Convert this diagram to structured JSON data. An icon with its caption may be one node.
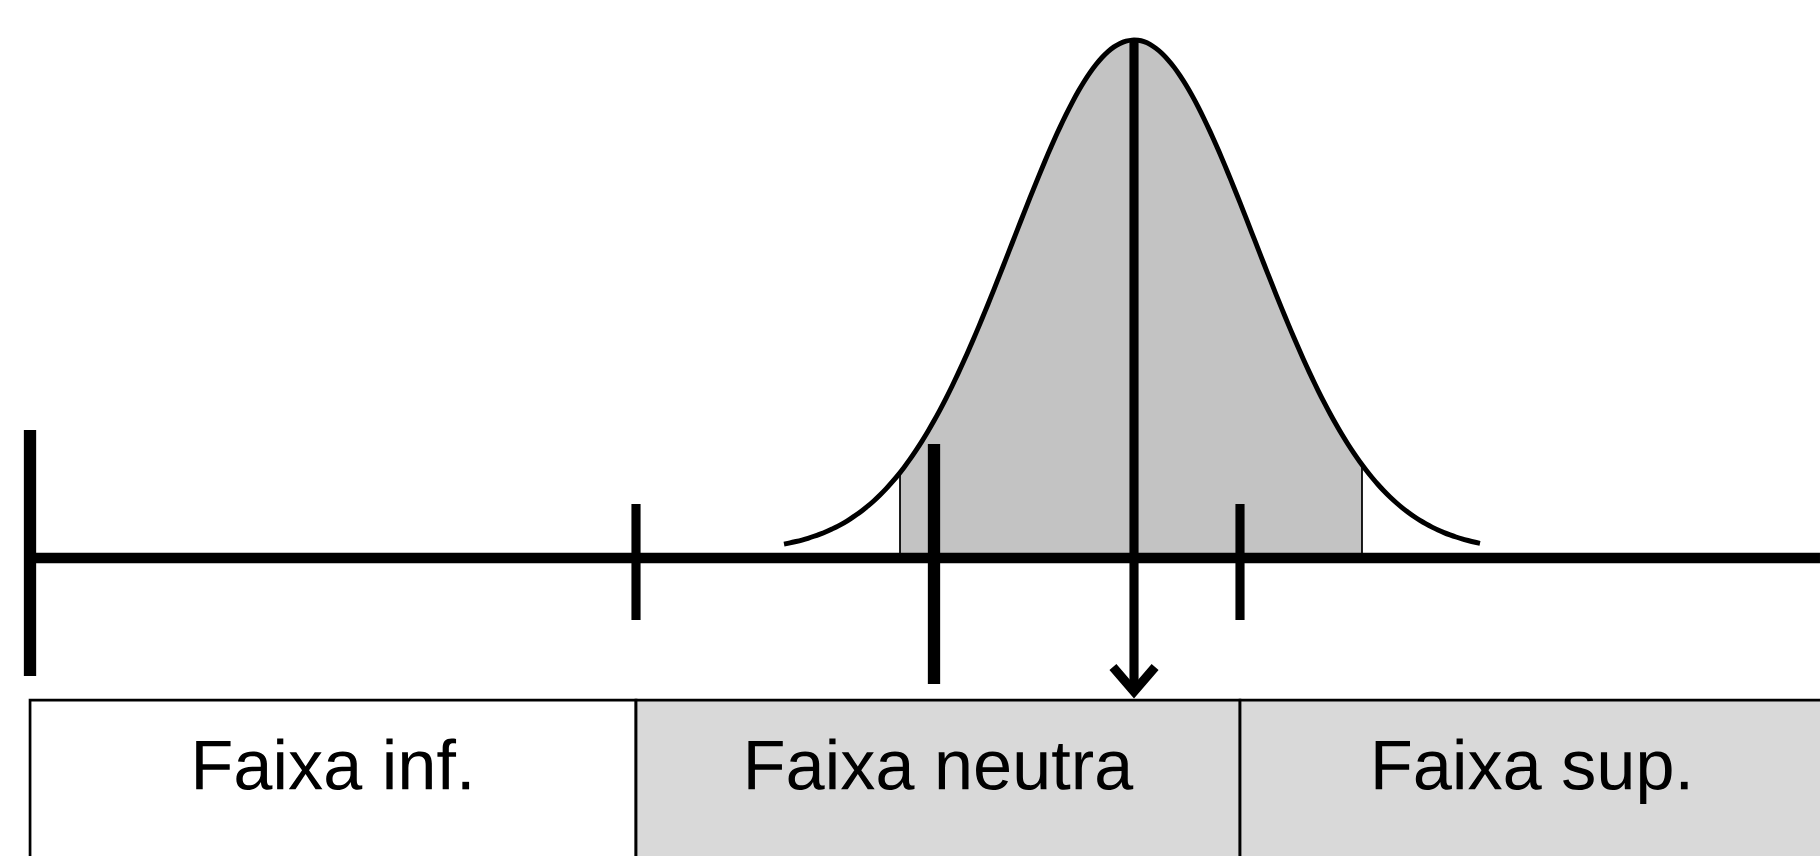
{
  "diagram": {
    "nodes": [
      {
        "text": [
          "Faixa inf."
        ]
      },
      {
        "text": [
          "Faixa neutra"
        ]
      },
      {
        "text": [
          "Faixa sup."
        ]
      }
    ],
    "edges": [
      {
        "from": null,
        "to": 1,
        "arrow": "to"
      }
    ]
  }
}
